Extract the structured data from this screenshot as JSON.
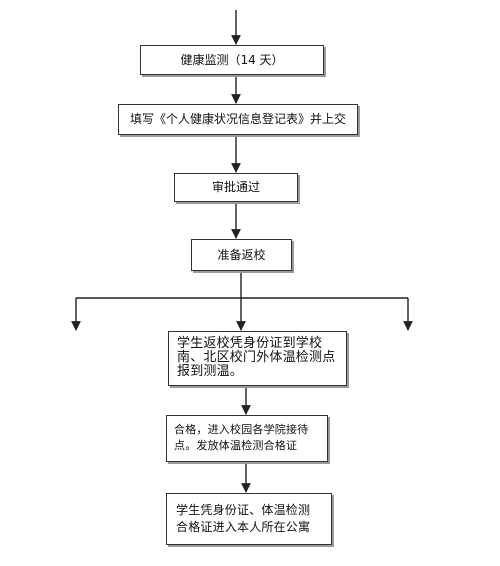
{
  "flowchart": {
    "steps": [
      {
        "label": "健康监测（14 天）"
      },
      {
        "label": "填写《个人健康状况信息登记表》并上交"
      },
      {
        "label": "审批通过"
      },
      {
        "label": "准备返校"
      },
      {
        "label": "学生返校凭身份证到学校南、北区校门外体温检测点报到测温。"
      },
      {
        "label": "合格，进入校园各学院接待点。发放体温检测合格证"
      },
      {
        "label": "学生凭身份证、体温检测合格证进入本人所在公寓"
      }
    ]
  },
  "colors": {
    "line": "#222222",
    "box_border": "#333333",
    "box_shadow": "#9a9a9a"
  }
}
